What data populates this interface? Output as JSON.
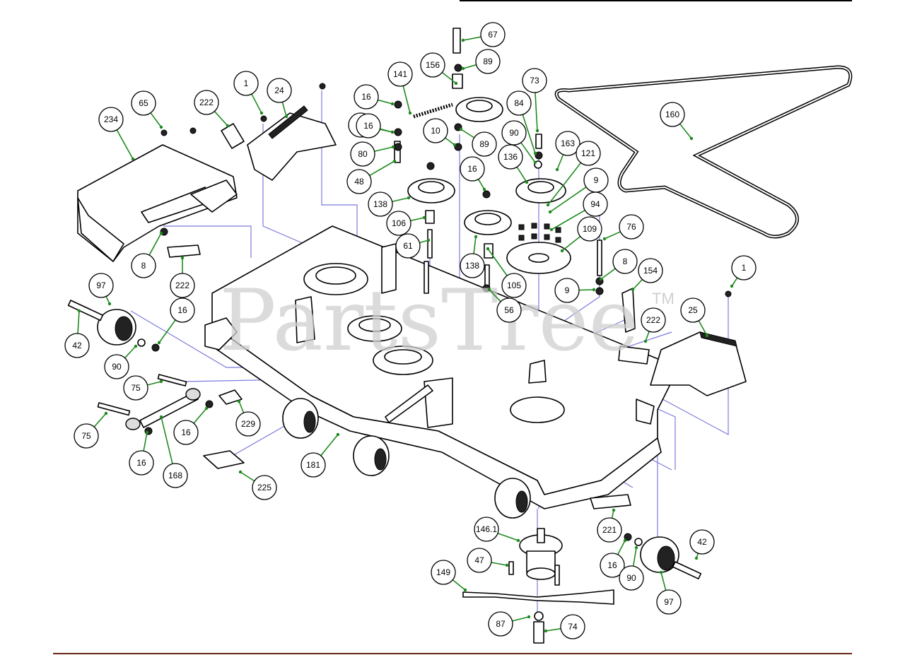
{
  "watermark": {
    "text": "PartsTree",
    "tm": "TM"
  },
  "callouts": [
    {
      "label": "67"
    },
    {
      "label": "89"
    },
    {
      "label": "156"
    },
    {
      "label": "141"
    },
    {
      "label": "16"
    },
    {
      "label": "16"
    },
    {
      "label": "80"
    },
    {
      "label": "48"
    },
    {
      "label": "10"
    },
    {
      "label": "89"
    },
    {
      "label": "73"
    },
    {
      "label": "84"
    },
    {
      "label": "90"
    },
    {
      "label": "163"
    },
    {
      "label": "160"
    },
    {
      "label": "121"
    },
    {
      "label": "136"
    },
    {
      "label": "9"
    },
    {
      "label": "94"
    },
    {
      "label": "109"
    },
    {
      "label": "76"
    },
    {
      "label": "16"
    },
    {
      "label": "16"
    },
    {
      "label": "138"
    },
    {
      "label": "106"
    },
    {
      "label": "61"
    },
    {
      "label": "138"
    },
    {
      "label": "105"
    },
    {
      "label": "56"
    },
    {
      "label": "8"
    },
    {
      "label": "9"
    },
    {
      "label": "1"
    },
    {
      "label": "154"
    },
    {
      "label": "222"
    },
    {
      "label": "25"
    },
    {
      "label": "1"
    },
    {
      "label": "24"
    },
    {
      "label": "222"
    },
    {
      "label": "65"
    },
    {
      "label": "234"
    },
    {
      "label": "8"
    },
    {
      "label": "222"
    },
    {
      "label": "97"
    },
    {
      "label": "16"
    },
    {
      "label": "42"
    },
    {
      "label": "90"
    },
    {
      "label": "75"
    },
    {
      "label": "75"
    },
    {
      "label": "229"
    },
    {
      "label": "16"
    },
    {
      "label": "16"
    },
    {
      "label": "168"
    },
    {
      "label": "181"
    },
    {
      "label": "225"
    },
    {
      "label": "146.1"
    },
    {
      "label": "47"
    },
    {
      "label": "149"
    },
    {
      "label": "87"
    },
    {
      "label": "74"
    },
    {
      "label": "221"
    },
    {
      "label": "16"
    },
    {
      "label": "90"
    },
    {
      "label": "42"
    },
    {
      "label": "97"
    }
  ]
}
